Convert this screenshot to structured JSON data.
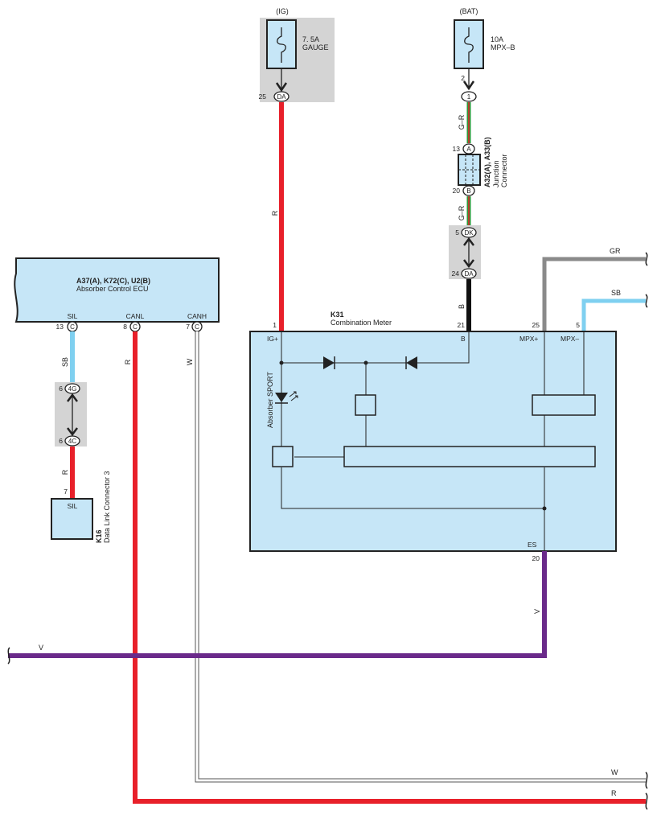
{
  "sources": {
    "ig": {
      "label": "(IG)",
      "fuse_rating": "7. 5A",
      "fuse_name": "GAUGE",
      "pin": "25",
      "conn": "DA"
    },
    "bat": {
      "label": "(BAT)",
      "fuse_rating": "10A",
      "fuse_name": "MPX–B",
      "pin": "2",
      "conn": "1"
    }
  },
  "junction": {
    "title": "A32(A), A33(B)",
    "name_line1": "Junction",
    "name_line2": "Connector",
    "pin_top": "13",
    "conn_top": "A",
    "pin_bottom": "20",
    "conn_bottom": "B"
  },
  "dk_connector": {
    "pin_top": "5",
    "conn_top": "DK",
    "pin_bottom": "24",
    "conn_bottom": "DA"
  },
  "ecu": {
    "title": "A37(A), K72(C), U2(B)",
    "name": "Absorber Control ECU",
    "pins": [
      {
        "name": "SIL",
        "num": "13",
        "conn": "C"
      },
      {
        "name": "CANL",
        "num": "8",
        "conn": "C"
      },
      {
        "name": "CANH",
        "num": "7",
        "conn": "C"
      }
    ]
  },
  "gray_conn": {
    "pin_top": "6",
    "conn_top": "4G",
    "pin_bottom": "6",
    "conn_bottom": "4C"
  },
  "dlc": {
    "code": "K16",
    "name": "Data Link Connector 3",
    "pin": "7",
    "pin_name": "SIL"
  },
  "meter": {
    "code": "K31",
    "name": "Combination Meter",
    "pins": [
      {
        "name": "IG+",
        "num": "1"
      },
      {
        "name": "B",
        "num": "21"
      },
      {
        "name": "MPX+",
        "num": "25"
      },
      {
        "name": "MPX–",
        "num": "5"
      },
      {
        "name": "ES",
        "num": "20"
      }
    ],
    "indicator": "Absorber SPORT"
  },
  "wires": {
    "ig_r": "R",
    "bat_gr1": "G–R",
    "bat_gr2": "G–R",
    "b_wire": "B",
    "gr": "GR",
    "sb_right": "SB",
    "sil_sb": "SB",
    "dlc_r": "R",
    "canl_r": "R",
    "canh_w": "W",
    "es_v": "V",
    "bus_v": "V",
    "bus_w": "W",
    "bus_r": "R"
  },
  "colors": {
    "R": "#e8202a",
    "B": "#111111",
    "GR": "#8a8a8a",
    "SB": "#7fd0f0",
    "V": "#6a2a8a",
    "W": "#ffffff",
    "G": "#2a9a3a",
    "box_fill": "#c6e6f7",
    "gray_box": "#d4d4d4"
  }
}
